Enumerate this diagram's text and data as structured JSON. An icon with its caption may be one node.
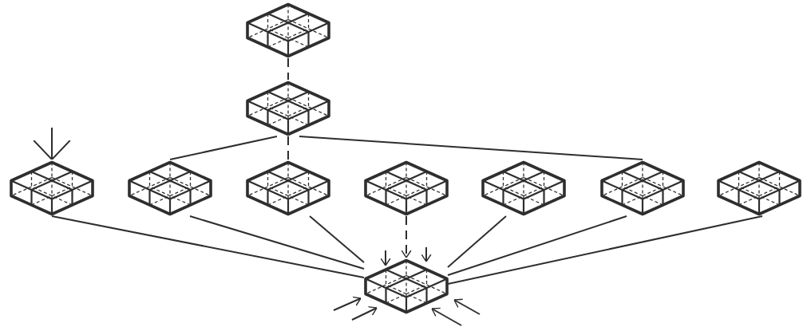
{
  "diagram": {
    "nodes": [
      {
        "text": [],
        "shape": "picture"
      },
      {
        "text": [],
        "shape": "picture"
      },
      {
        "text": [],
        "shape": "picture"
      },
      {
        "text": [],
        "shape": "picture"
      },
      {
        "text": [],
        "shape": "picture"
      },
      {
        "text": [],
        "shape": "picture"
      },
      {
        "text": [],
        "shape": "picture"
      },
      {
        "text": [],
        "shape": "picture"
      },
      {
        "text": [],
        "shape": "picture"
      },
      {
        "text": [],
        "shape": "picture"
      }
    ],
    "edges": [
      {
        "from": 0,
        "to": 1,
        "arrow": "none",
        "style": "dashed"
      },
      {
        "from": 1,
        "to": 3,
        "arrow": "none"
      },
      {
        "from": 1,
        "to": 4,
        "arrow": "none",
        "style": "dashed"
      },
      {
        "from": 1,
        "to": 7,
        "arrow": "none"
      },
      {
        "from": null,
        "to": 2,
        "arrow": "to"
      },
      {
        "from": 2,
        "to": 9,
        "arrow": "none"
      },
      {
        "from": 3,
        "to": 9,
        "arrow": "none"
      },
      {
        "from": 4,
        "to": 9,
        "arrow": "none"
      },
      {
        "from": 5,
        "to": 9,
        "arrow": "to",
        "style": "dashed"
      },
      {
        "from": 6,
        "to": 9,
        "arrow": "none"
      },
      {
        "from": 7,
        "to": 9,
        "arrow": "none"
      },
      {
        "from": 8,
        "to": 9,
        "arrow": "none"
      },
      {
        "from": null,
        "to": 9,
        "arrow": "to"
      },
      {
        "from": null,
        "to": 9,
        "arrow": "to"
      },
      {
        "from": null,
        "to": 9,
        "arrow": "to"
      },
      {
        "from": null,
        "to": 9,
        "arrow": "to"
      },
      {
        "from": null,
        "to": 9,
        "arrow": "to"
      },
      {
        "from": null,
        "to": 9,
        "arrow": "to"
      }
    ]
  }
}
